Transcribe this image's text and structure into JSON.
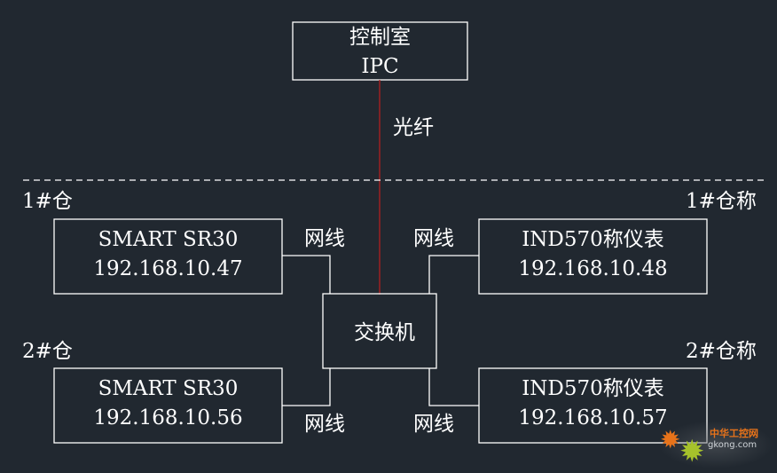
{
  "colors": {
    "background": "#212830",
    "line": "#ffffff",
    "fiber": "#b02020",
    "watermark_orange": "#e8731a",
    "watermark_green": "#a6c22b"
  },
  "control_room": {
    "title": "控制室",
    "subtitle": "IPC"
  },
  "fiber_label": "光纤",
  "switch": {
    "label": "交换机"
  },
  "cable_label": "网线",
  "nodes": [
    {
      "area_label": "1#仓",
      "device": "SMART SR30",
      "ip": "192.168.10.47"
    },
    {
      "area_label": "1#仓称",
      "device": "IND570称仪表",
      "ip": "192.168.10.48"
    },
    {
      "area_label": "2#仓",
      "device": "SMART SR30",
      "ip": "192.168.10.56"
    },
    {
      "area_label": "2#仓称",
      "device": "IND570称仪表",
      "ip": "192.168.10.57"
    }
  ],
  "cable_labels": [
    "网线",
    "网线",
    "网线",
    "网线"
  ],
  "watermark": {
    "cn_text": "中华工控网",
    "url": "gkong.com",
    "gear_icon": "gear-icon"
  }
}
